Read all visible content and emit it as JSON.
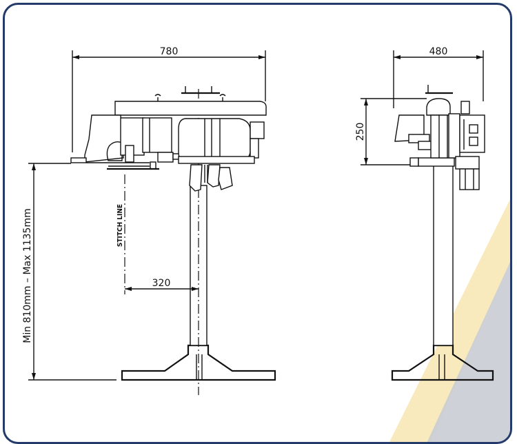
{
  "dimensions": {
    "front_width": "780",
    "side_width": "480",
    "head_height": "250",
    "offset": "320",
    "table_height": "Min 810mm – Max 1135mm"
  },
  "labels": {
    "stitch_line": "STITCH LINE"
  },
  "colors": {
    "frame_border": "#233a6b",
    "accent_yellow": "#f7e6b0",
    "accent_grey": "#c9ccd3",
    "line": "#111111"
  }
}
